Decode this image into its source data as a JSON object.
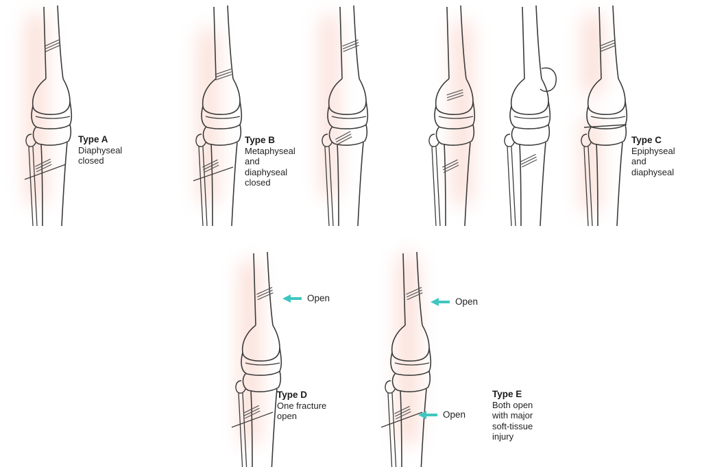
{
  "figure": {
    "captions": [
      {
        "id": "a",
        "title": "Type A",
        "lines": [
          "Diaphyseal",
          "closed"
        ]
      },
      {
        "id": "b",
        "title": "Type B",
        "lines": [
          "Metaphyseal",
          "and",
          "diaphyseal",
          "closed"
        ]
      },
      {
        "id": "c",
        "title": "Type C",
        "lines": [
          "Epiphyseal",
          "and",
          "diaphyseal"
        ]
      },
      {
        "id": "d",
        "title": "Type D",
        "lines": [
          "One fracture",
          "open"
        ]
      },
      {
        "id": "e",
        "title": "Type E",
        "lines": [
          "Both open",
          "with major",
          "soft-tissue",
          "injury"
        ]
      }
    ],
    "open_label": "Open",
    "colors": {
      "bone_outline": "#3a3a3a",
      "glow": "#f4a38c",
      "arrow": "#3fc6c0",
      "fracture_hatch": "#555555"
    }
  }
}
